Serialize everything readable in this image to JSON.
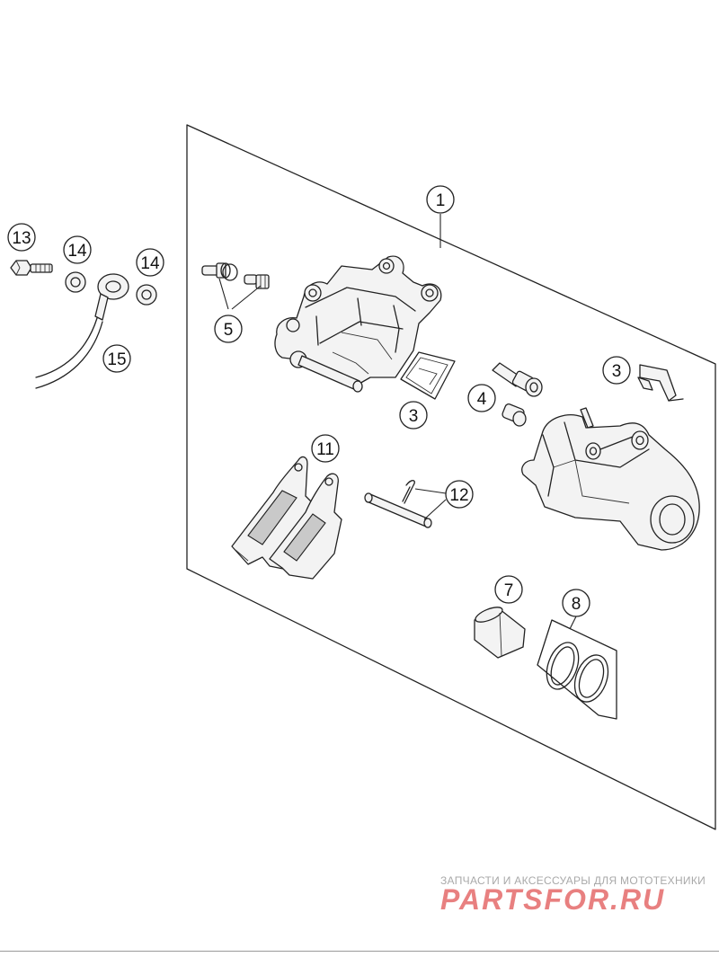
{
  "callouts": {
    "c1": "1",
    "c3a": "3",
    "c3b": "3",
    "c4": "4",
    "c5": "5",
    "c7": "7",
    "c8": "8",
    "c11": "11",
    "c12": "12",
    "c13": "13",
    "c14a": "14",
    "c14b": "14",
    "c15": "15"
  },
  "watermark": {
    "caption": "ЗАПЧАСТИ И АКСЕССУАРЫ ДЛЯ МОТОТЕХНИКИ",
    "logo": "PARTSFOR.RU",
    "color": "#e56a6a"
  }
}
